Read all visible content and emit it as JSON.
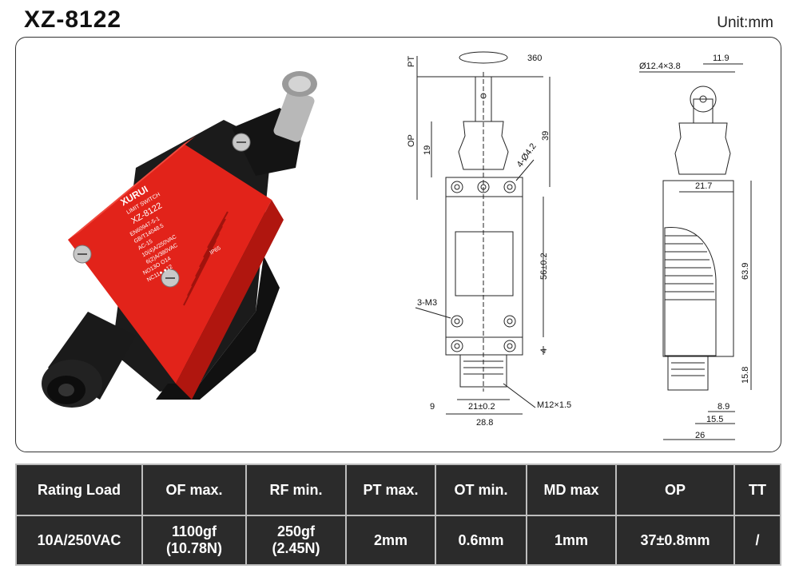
{
  "header": {
    "model": "XZ-8122",
    "unit": "Unit:mm"
  },
  "product_label": {
    "brand": "XURUI",
    "type": "LIMIT SWITCH",
    "model": "XZ-8122",
    "std1": "EN60947-5-1",
    "std2": "GB/T14048.5",
    "ac": "AC-15",
    "rating1": "10(4)A/250VAC",
    "rating2": "6(2)A/380VAC",
    "contacts1": "NO13O      O14",
    "contacts2": "NC11●      ●12",
    "ip": "IP65"
  },
  "drawing": {
    "rotation": "360",
    "pt": "PT",
    "op": "OP",
    "d19": "19",
    "d39": "39",
    "hole": "4-Ø4.2",
    "d56": "56±0.2",
    "screw": "3-M3",
    "d4": "4",
    "d21": "21±0.2",
    "d28": "28.8",
    "thread": "M12×1.5",
    "d9": "9",
    "roller": "Ø12.4×3.8",
    "d11": "11.9",
    "d217": "21.7",
    "d639": "63.9",
    "d158": "15.8",
    "d89": "8.9",
    "d155": "15.5",
    "d26": "26"
  },
  "spec_table": {
    "headers": [
      "Rating Load",
      "OF max.",
      "RF min.",
      "PT max.",
      "OT min.",
      "MD max",
      "OP",
      "TT"
    ],
    "values": [
      {
        "line1": "10A/250VAC",
        "line2": ""
      },
      {
        "line1": "1100gf",
        "line2": "(10.78N)"
      },
      {
        "line1": "250gf",
        "line2": "(2.45N)"
      },
      {
        "line1": "2mm",
        "line2": ""
      },
      {
        "line1": "0.6mm",
        "line2": ""
      },
      {
        "line1": "1mm",
        "line2": ""
      },
      {
        "line1": "37±0.8mm",
        "line2": ""
      },
      {
        "line1": "/",
        "line2": ""
      }
    ]
  }
}
